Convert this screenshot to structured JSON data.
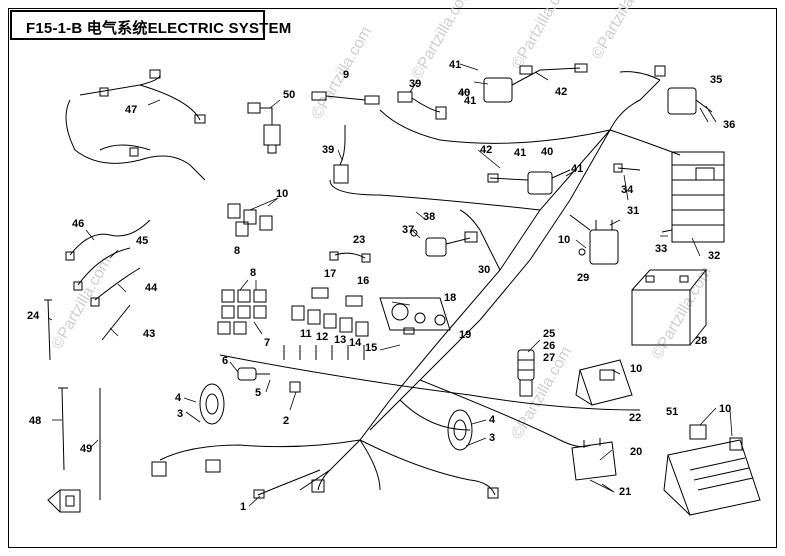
{
  "title": "F15-1-B 电气系统ELECTRIC SYSTEM",
  "watermark": "©Partzilla.com",
  "callouts": [
    "1",
    "2",
    "3",
    "4",
    "5",
    "6",
    "7",
    "8",
    "9",
    "10",
    "11",
    "12",
    "13",
    "14",
    "15",
    "16",
    "17",
    "18",
    "19",
    "20",
    "21",
    "22",
    "23",
    "24",
    "25",
    "26",
    "27",
    "28",
    "29",
    "30",
    "31",
    "32",
    "33",
    "34",
    "35",
    "36",
    "37",
    "38",
    "39",
    "40",
    "41",
    "42",
    "43",
    "44",
    "45",
    "46",
    "47",
    "48",
    "49",
    "50",
    "51"
  ],
  "colors": {
    "line": "#000000",
    "watermark": "#cfcfcf",
    "background": "#ffffff"
  }
}
